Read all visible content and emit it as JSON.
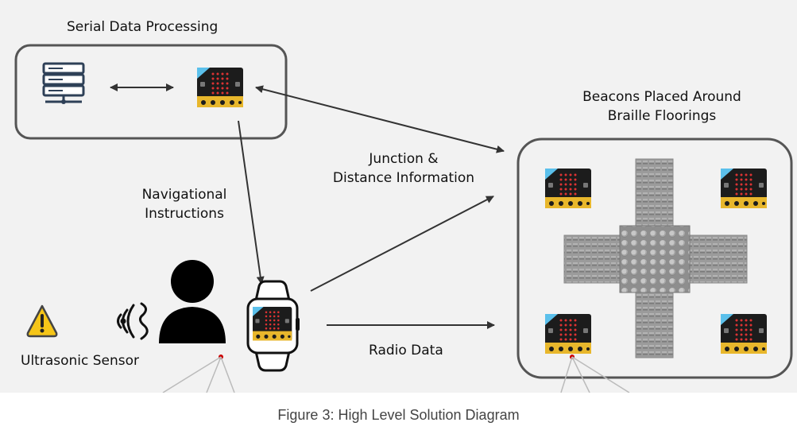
{
  "labels": {
    "serial_title": "Serial Data Processing",
    "beacons_line1": "Beacons Placed Around",
    "beacons_line2": "Braille Floorings",
    "junction_line1": "Junction &",
    "junction_line2": "Distance Information",
    "nav_line1": "Navigational",
    "nav_line2": "Instructions",
    "ultrasonic": "Ultrasonic Sensor",
    "radio": "Radio Data"
  },
  "caption": "Figure 3: High Level Solution Diagram",
  "colors": {
    "background": "#f2f2f2",
    "box_stroke": "#555555",
    "arrow": "#333333",
    "warning": "#f5c518",
    "microbit_gold": "#d4a017",
    "tile_gray": "#9a9a9a"
  }
}
